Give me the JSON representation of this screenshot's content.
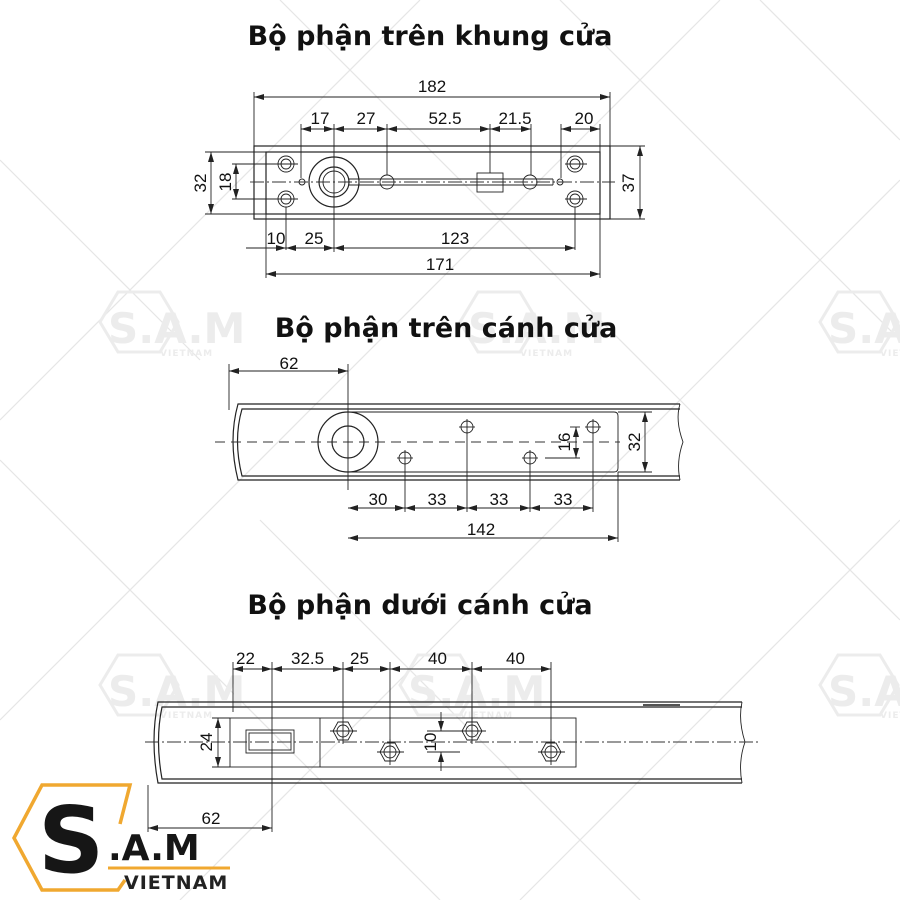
{
  "titles": {
    "frame_part": "Bộ phận trên khung cửa",
    "door_top_part": "Bộ phận trên cánh cửa",
    "door_bottom_part": "Bộ phận dưới cánh cửa"
  },
  "drawing_frame": {
    "overall_length": "182",
    "top_dims": [
      "17",
      "27",
      "52.5",
      "21.5",
      "20"
    ],
    "left_height_outer": "32",
    "left_height_inner": "18",
    "right_height": "37",
    "bottom_dims": [
      "10",
      "25",
      "123"
    ],
    "bottom_overall": "171"
  },
  "drawing_door_top": {
    "offset_from_edge": "62",
    "bottom_dims": [
      "30",
      "33",
      "33",
      "33"
    ],
    "bottom_overall": "142",
    "hole_offset": "16",
    "plate_height": "32"
  },
  "drawing_door_bottom": {
    "top_dims": [
      "22",
      "32.5",
      "25",
      "40",
      "40"
    ],
    "plate_height": "24",
    "hole_offset": "10",
    "offset_from_edge": "62"
  },
  "logo": {
    "brand": "S.A.M",
    "letter_s": "S",
    "letters_am": ".A.M",
    "subtitle": "VIETNAM",
    "accent_color": "#f0a830",
    "text_color": "#161616"
  },
  "watermark": {
    "brand": "S.A.M",
    "subtitle": "VIETNAM"
  }
}
